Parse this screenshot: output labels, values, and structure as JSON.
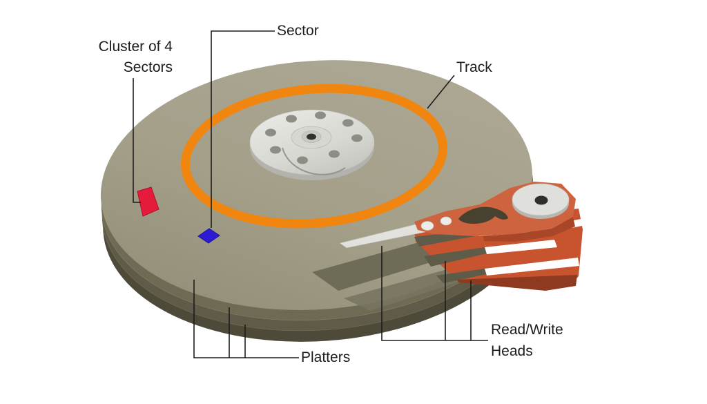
{
  "figure": {
    "subject": "Hard disk drive platter stack with actuator arm diagram"
  },
  "labels": {
    "cluster_of_4_sectors": {
      "line1": "Cluster of 4",
      "line2": "Sectors"
    },
    "sector": "Sector",
    "track": "Track",
    "platters": "Platters",
    "read_write_heads": {
      "line1": "Read/Write",
      "line2": "Heads"
    }
  },
  "colors": {
    "background": "#ffffff",
    "track_ring": "#f0860f",
    "cluster_marker": "#e41b3b",
    "sector_marker": "#2d1bd4",
    "head_assembly": "#c8532f",
    "platter_top": "#a5a08a",
    "platter_side": "#5f5b48",
    "hub_silver": "#dfdfdb",
    "label_text": "#1c1c1c",
    "leader_line": "#1c1c1c"
  }
}
